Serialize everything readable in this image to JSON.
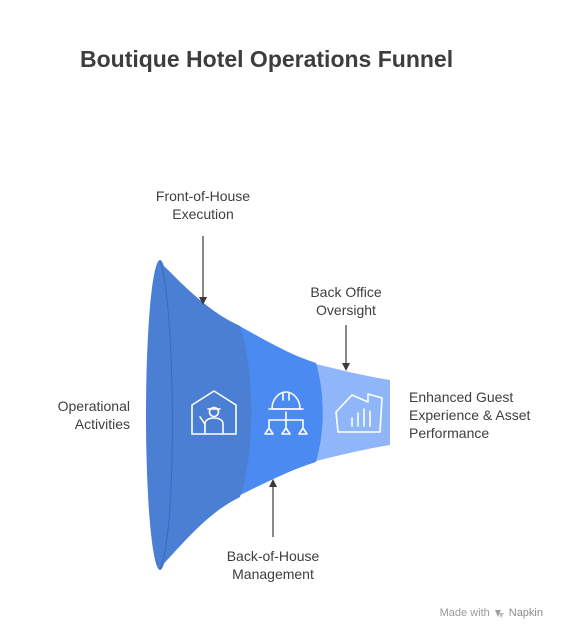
{
  "title": "Boutique Hotel Operations Funnel",
  "labels": {
    "left": [
      "Operational",
      "Activities"
    ],
    "front": [
      "Front-of-House",
      "Execution"
    ],
    "office": [
      "Back Office",
      "Oversight"
    ],
    "back": [
      "Back-of-House",
      "Management"
    ],
    "right": [
      "Enhanced Guest",
      "Experience & Asset",
      "Performance"
    ]
  },
  "stages": [
    {
      "name": "front-of-house-execution",
      "icon": "doorman-icon",
      "color": "#4a7fd4"
    },
    {
      "name": "back-of-house-management",
      "icon": "engineer-hierarchy-icon",
      "color": "#4b8af0"
    },
    {
      "name": "back-office-oversight",
      "icon": "hotel-chart-icon",
      "color": "#8fb6f8"
    }
  ],
  "colors": {
    "mouth": "#4a7fd4",
    "arrow": "#3a3a3a"
  },
  "footer": {
    "made_with": "Made with",
    "brand": "Napkin"
  }
}
